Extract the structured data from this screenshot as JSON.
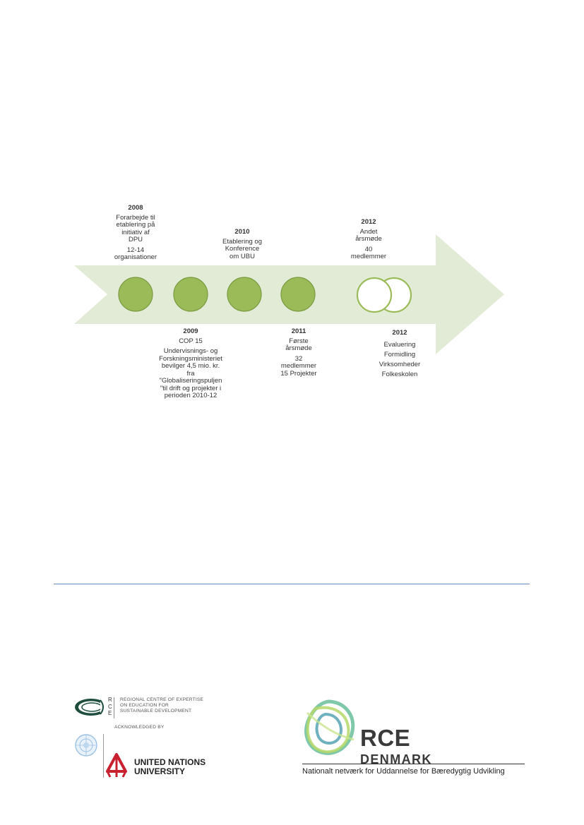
{
  "timeline": {
    "events": [
      {
        "year": "2008",
        "lines": [
          "Forarbejde til",
          "etablering på",
          "initiativ af",
          "DPU",
          "12-14",
          "organisationer"
        ],
        "gap_before_index": 4,
        "filled": true
      },
      {
        "year": "2009",
        "lines": [
          "COP 15",
          "Undervisnings- og",
          "Forskningsministeriet",
          "bevilger 4,5 mio. kr.",
          "fra",
          "\"Globaliseringspuljen",
          "\"til drift og projekter i",
          "perioden 2010-12"
        ],
        "gap_before_index": 1,
        "filled": true
      },
      {
        "year": "2010",
        "lines": [
          "Etablering og",
          "Konference",
          "om UBU"
        ],
        "gap_before_index": -1,
        "filled": true
      },
      {
        "year": "2011",
        "lines": [
          "Første",
          "årsmøde",
          "32",
          "medlemmer",
          "15 Projekter"
        ],
        "gap_before_index": 2,
        "filled": true
      },
      {
        "year": "2012",
        "lines": [
          "Andet",
          "årsmøde",
          "40",
          "medlemmer"
        ],
        "gap_before_index": 2,
        "filled": false
      },
      {
        "year": "2012",
        "lines": [
          "Evaluering",
          "Formidling",
          "Virksomheder",
          "Folkeskolen"
        ],
        "gap_before_index": -1,
        "filled": false
      }
    ],
    "colors": {
      "arrow": "#e2ebd6",
      "circle_fill": "#9bbb59",
      "circle_stroke": "#7a9a3f",
      "circle_open_fill": "#ffffff",
      "circle_open_stroke": "#9bbb59"
    }
  },
  "footer": {
    "rce_logo_letters": [
      "R",
      "C",
      "E"
    ],
    "rce_lines": [
      "REGIONAL CENTRE OF EXPERTISE",
      "ON EDUCATION FOR",
      "SUSTAINABLE DEVELOPMENT"
    ],
    "acknowledged_by": "ACKNOWLEDGED BY",
    "unu_lines": [
      "UNITED NATIONS",
      "UNIVERSITY"
    ],
    "rce_denmark": {
      "word1": "RCE",
      "word2": "DENMARK",
      "tagline": "Nationalt netværk for Uddannelse for Bæredygtig Udvikling"
    }
  }
}
